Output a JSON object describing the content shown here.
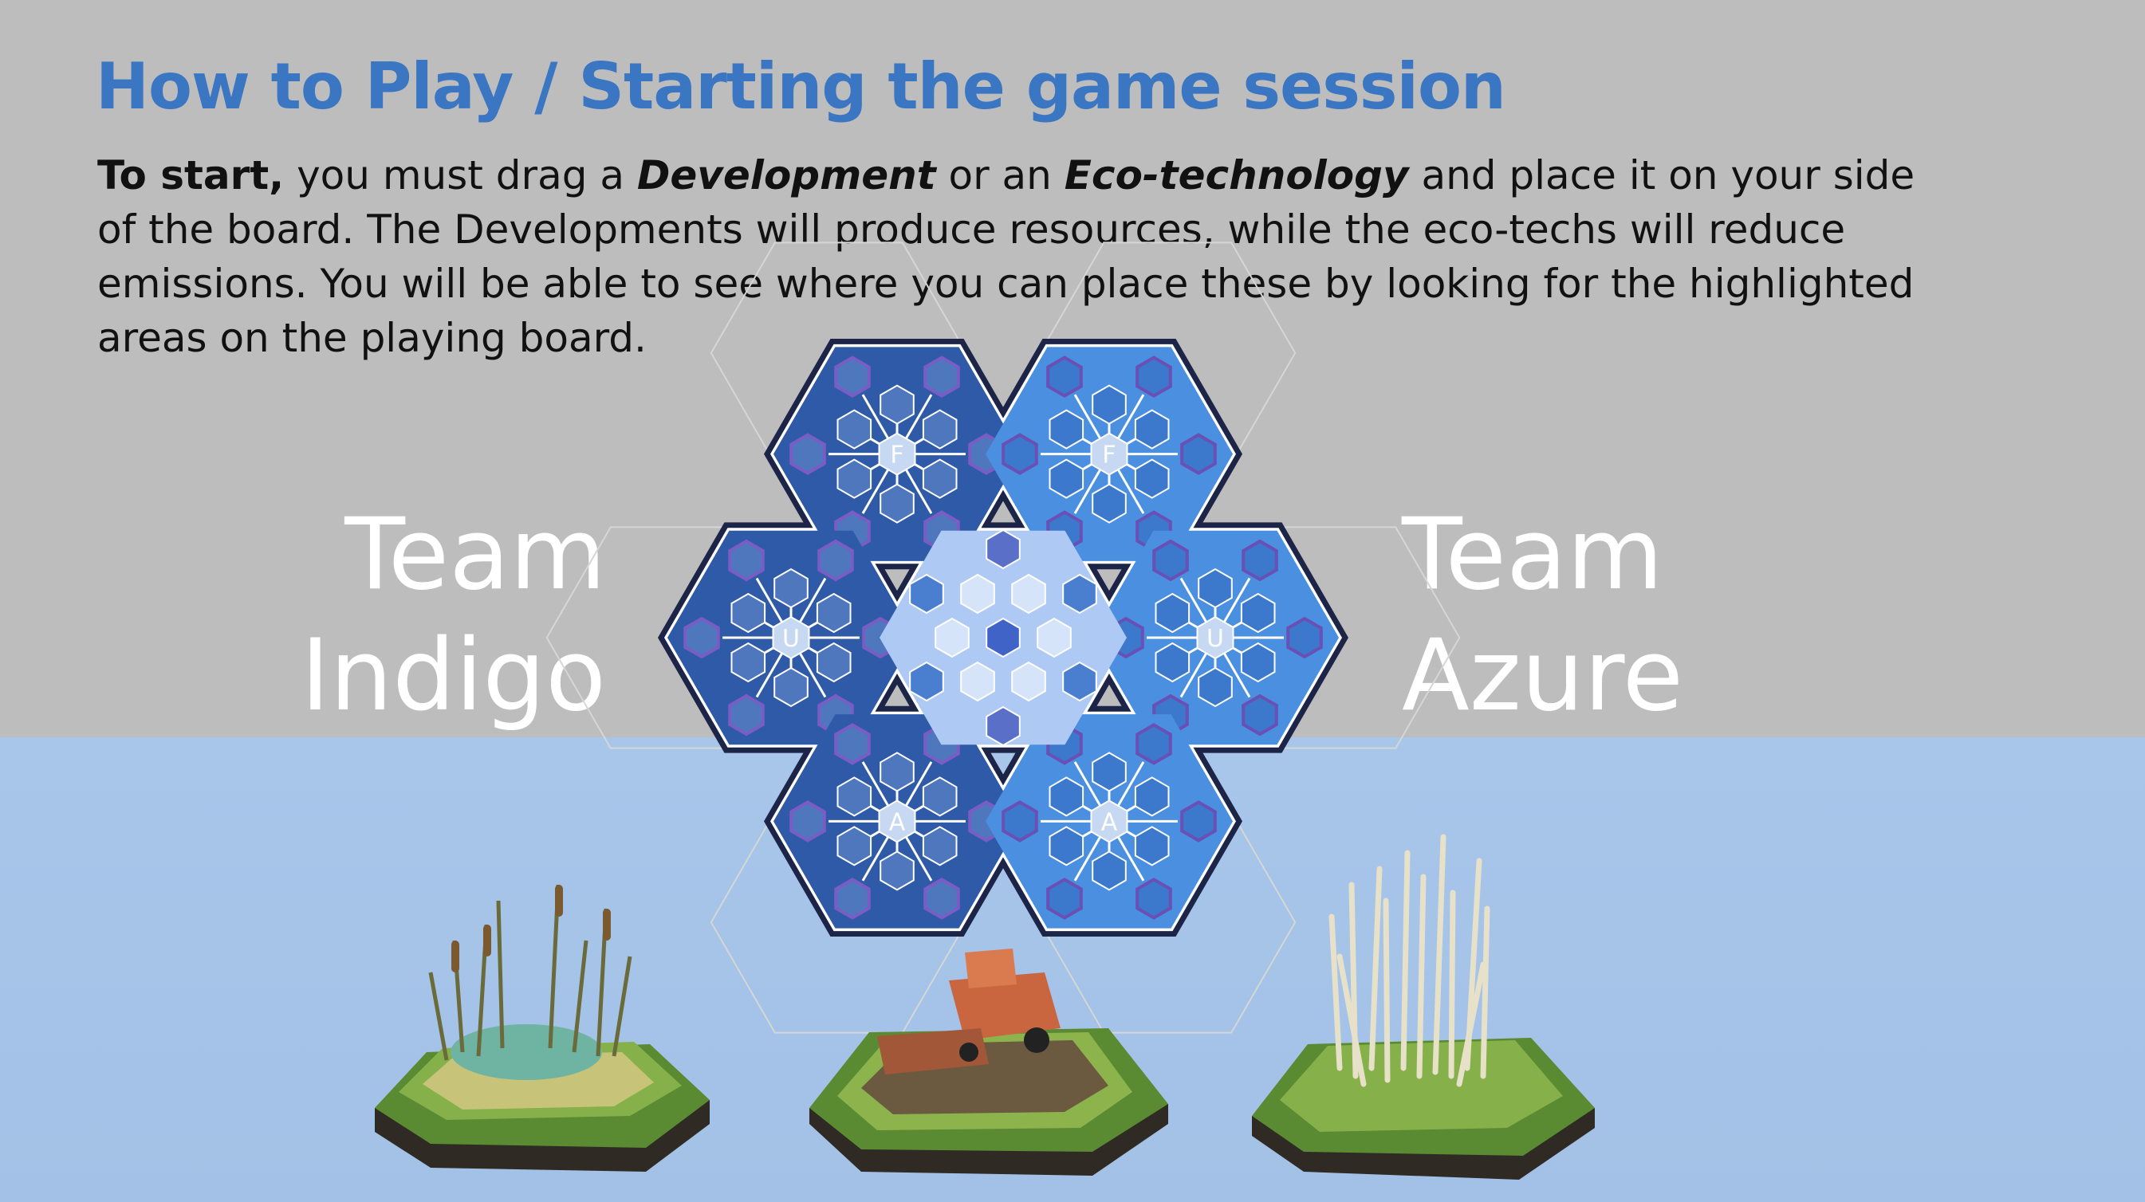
{
  "slide": {
    "title": "How to Play / Starting the game session",
    "intro": {
      "lead": "To start,",
      "t1": " you must drag a ",
      "em1": "Development",
      "t2": " or an ",
      "em2": "Eco-technology",
      "t3": " and place it on your side of the board. The Developments will produce resources, while the eco-techs will reduce emissions. You will be able to see where you can place these by looking for the highlighted areas on the playing board."
    }
  },
  "teams": {
    "left": {
      "line1": "Team",
      "line2": "Indigo"
    },
    "right": {
      "line1": "Team",
      "line2": "Azure"
    }
  },
  "board": {
    "sectors": [
      {
        "name": "indigo-top",
        "letter": "F",
        "color": "#2f5aa8"
      },
      {
        "name": "azure-top",
        "letter": "F",
        "color": "#4a8fe0"
      },
      {
        "name": "indigo-left",
        "letter": "U",
        "color": "#2f5aa8"
      },
      {
        "name": "azure-right",
        "letter": "U",
        "color": "#4a8fe0"
      },
      {
        "name": "indigo-bottom",
        "letter": "A",
        "color": "#2f5aa8"
      },
      {
        "name": "azure-bottom",
        "letter": "A",
        "color": "#4a8fe0"
      }
    ],
    "center_color": "#aec9f3",
    "outline_color": "#1c2447"
  },
  "pieces": [
    {
      "name": "cattail-wetland-tile",
      "icon": "cattail-icon"
    },
    {
      "name": "harvester-farm-tile",
      "icon": "combine-harvester-icon"
    },
    {
      "name": "tall-grass-tile",
      "icon": "tall-grass-icon"
    }
  ]
}
